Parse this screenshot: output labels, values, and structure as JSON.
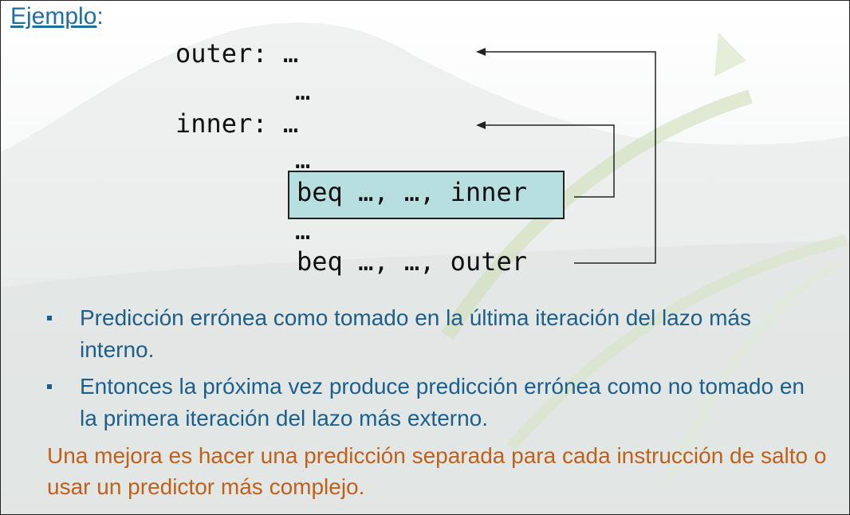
{
  "title": {
    "text": "Ejemplo",
    "suffix": ":"
  },
  "code": {
    "line1": "outer: …",
    "line2": "…",
    "line3": "inner: …",
    "line4": "…",
    "line5": "beq …, …, inner",
    "line6": "…",
    "line7": "beq …, …, outer"
  },
  "bullets": [
    {
      "text": "Predicción errónea como tomado en la última iteración del lazo más interno."
    },
    {
      "text": "Entonces la próxima vez produce predicción errónea como no tomado en la primera iteración del lazo más externo."
    }
  ],
  "note": "Una mejora es hacer una predicción separada para cada instrucción de salto o usar un predictor más complejo.",
  "colors": {
    "title": "#1f6fa3",
    "bullets": "#1d5f8c",
    "note": "#c0601a",
    "highlight": "#b8dfe0"
  }
}
